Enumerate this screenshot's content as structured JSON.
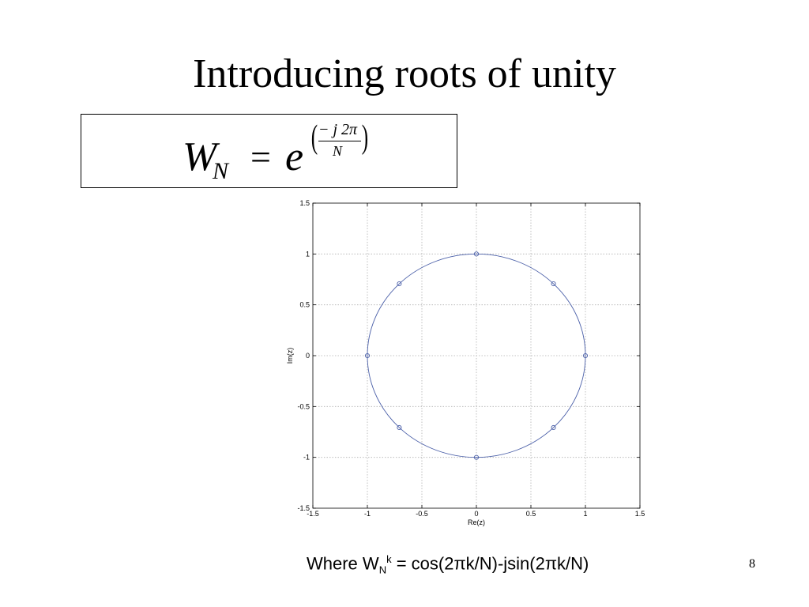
{
  "slide": {
    "title": "Introducing roots of unity",
    "page_number": "8"
  },
  "formula": {
    "base": "W",
    "base_subscript": "N",
    "equals": "=",
    "exp_base": "e",
    "open_paren": "(",
    "close_paren": ")",
    "numerator": "− j 2π",
    "denominator": "N"
  },
  "caption": {
    "prefix": "Where W",
    "sub": "N",
    "sup": "k",
    "rest": " = cos(2πk/N)-jsin(2πk/N)"
  },
  "chart_data": {
    "type": "scatter",
    "title": "",
    "xlabel": "Re(z)",
    "ylabel": "Im(z)",
    "xlim": [
      -1.5,
      1.5
    ],
    "ylim": [
      -1.5,
      1.5
    ],
    "grid": true,
    "xticks": [
      -1.5,
      -1,
      -0.5,
      0,
      0.5,
      1,
      1.5
    ],
    "yticks": [
      -1.5,
      -1,
      -0.5,
      0,
      0.5,
      1,
      1.5
    ],
    "xtick_labels": [
      "-1.5",
      "-1",
      "-0.5",
      "0",
      "0.5",
      "1",
      "1.5"
    ],
    "ytick_labels": [
      "-1.5",
      "-1",
      "-0.5",
      "0",
      "0.5",
      "1",
      "1.5"
    ],
    "unit_circle": true,
    "series": [
      {
        "x": [
          1,
          0.7071,
          0,
          -0.7071,
          -1,
          -0.7071,
          0,
          0.7071
        ],
        "y": [
          0,
          0.7071,
          1,
          0.7071,
          0,
          -0.7071,
          -1,
          -0.7071
        ]
      }
    ],
    "colors": {
      "marker": "#4a5fa8",
      "curve": "#4a5fa8",
      "grid": "#b0b0b0",
      "axes": "#000000"
    }
  }
}
